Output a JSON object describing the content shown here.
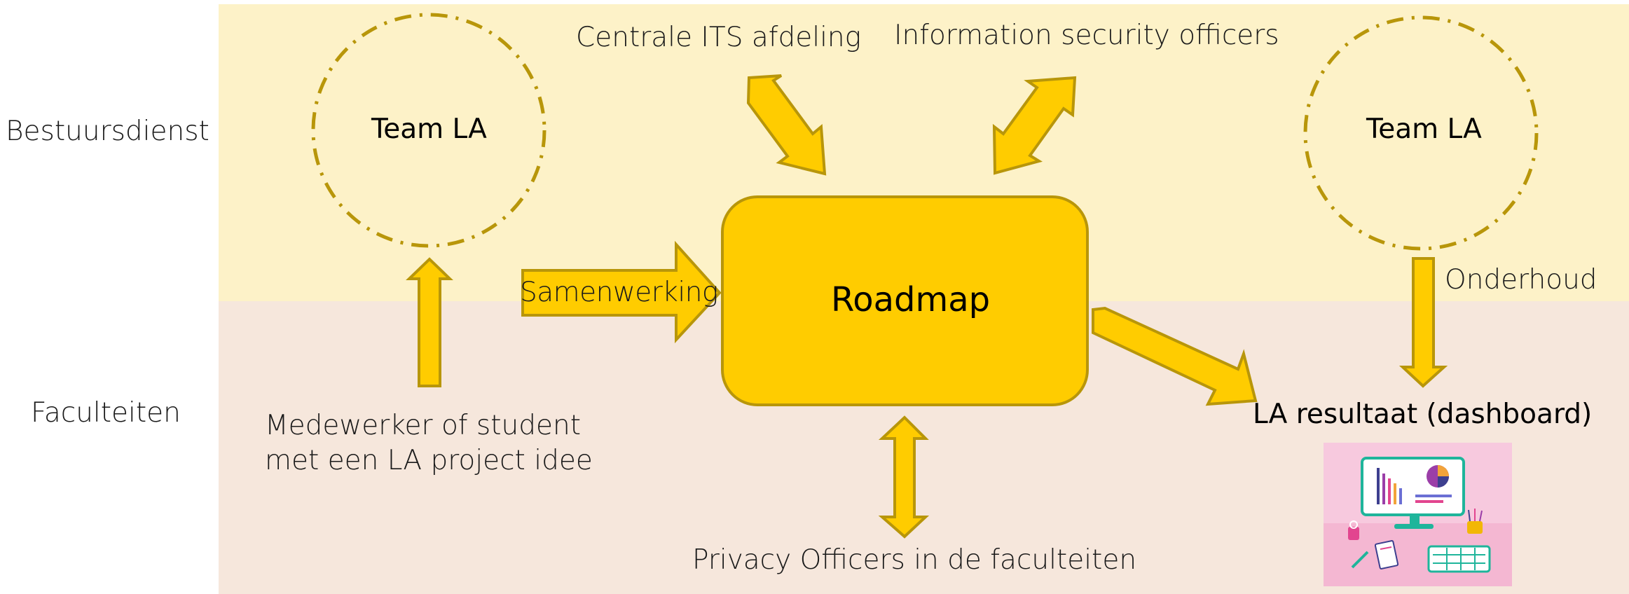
{
  "rows": {
    "top": "Bestuursdienst",
    "bottom": "Faculteiten"
  },
  "nodes": {
    "team_la_left": "Team LA",
    "team_la_right": "Team LA",
    "roadmap": "Roadmap",
    "centrale_its": "Centrale ITS afdeling",
    "information_security": "Information security officers",
    "medewerker_line1": "Medewerker of student",
    "medewerker_line2": "met een LA project idee",
    "la_resultaat": "LA resultaat (dashboard)",
    "privacy_officers": "Privacy Officers in de faculteiten"
  },
  "edges": {
    "samenwerking": "Samenwerking",
    "onderhoud": "Onderhoud"
  },
  "colors": {
    "top_band": "#fdf2c8",
    "bottom_band": "#f6e7dc",
    "arrow_fill": "#ffcc00",
    "arrow_stroke": "#b8960a",
    "dashed_circle": "#b8960a",
    "dashboard_bg": "#f7c9de"
  },
  "icons": {
    "dashboard_illustration": "dashboard-desk-illustration-icon"
  }
}
